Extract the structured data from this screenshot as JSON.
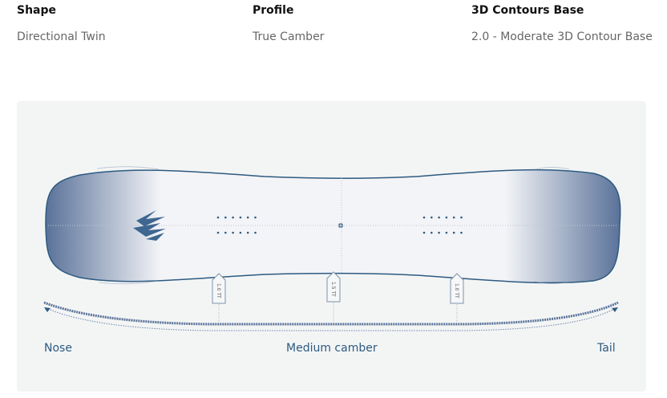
{
  "specs": [
    {
      "title": "Shape",
      "value": "Directional Twin"
    },
    {
      "title": "Profile",
      "value": "True Camber"
    },
    {
      "title": "3D Contours Base",
      "value": "2.0 - Moderate 3D Contour Base"
    }
  ],
  "diagram": {
    "markers": [
      "1.0 TT",
      "1.5 TT",
      "1.0 TT"
    ],
    "nose_label": "Nose",
    "center_label": "Medium camber",
    "tail_label": "Tail",
    "accent": "#2d5a80"
  }
}
